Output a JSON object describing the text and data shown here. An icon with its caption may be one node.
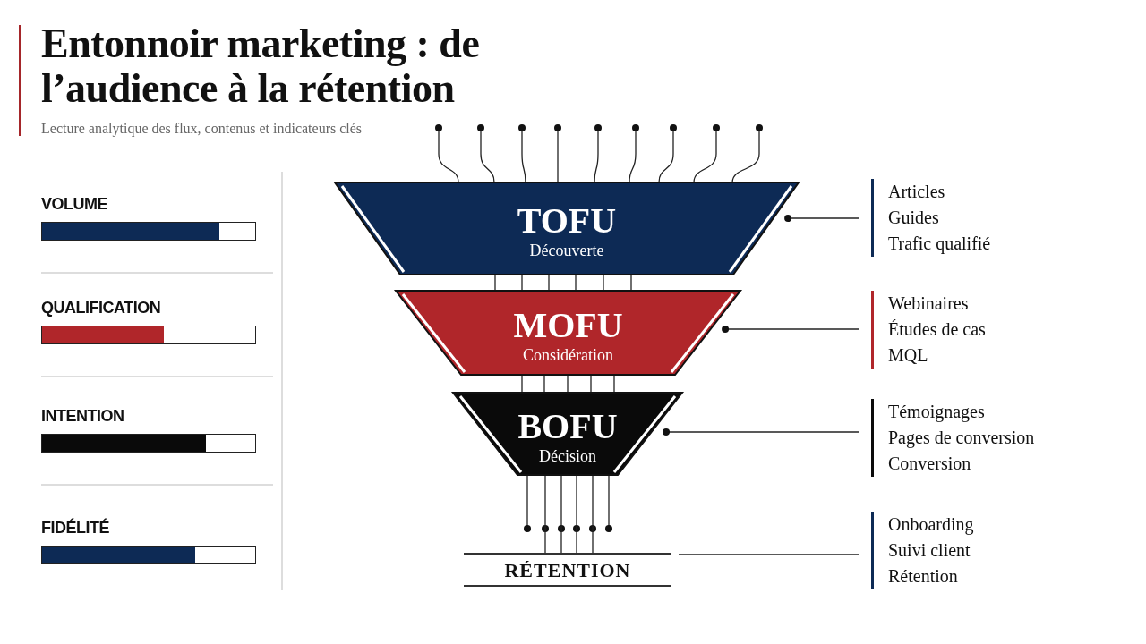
{
  "diagram": {
    "title": "Entonnoir marketing : de l’audience à la rétention",
    "nodes": [
      {
        "text": [
          "TOFU",
          "Découverte"
        ]
      },
      {
        "text": [
          "MOFU",
          "Considération"
        ]
      },
      {
        "text": [
          "BOFU",
          "Décision"
        ]
      },
      {
        "text": [
          "RÉTENTION"
        ]
      },
      {
        "text": [
          "Articles",
          "Guides",
          "Trafic qualifié"
        ]
      },
      {
        "text": [
          "Webinaires",
          "Études de cas",
          "MQL"
        ]
      },
      {
        "text": [
          "Témoignages",
          "Pages de conversion",
          "Conversion"
        ]
      },
      {
        "text": [
          "Onboarding",
          "Suivi client",
          "Rétention"
        ]
      }
    ],
    "edges": [
      {
        "from": null,
        "to": 0,
        "arrow": "other"
      },
      {
        "from": null,
        "to": 0,
        "arrow": "other"
      },
      {
        "from": null,
        "to": 0,
        "arrow": "other"
      },
      {
        "from": null,
        "to": 0,
        "arrow": "other"
      },
      {
        "from": null,
        "to": 0,
        "arrow": "other"
      },
      {
        "from": null,
        "to": 0,
        "arrow": "other"
      },
      {
        "from": null,
        "to": 0,
        "arrow": "other"
      },
      {
        "from": null,
        "to": 0,
        "arrow": "other"
      },
      {
        "from": null,
        "to": 0,
        "arrow": "other"
      },
      {
        "from": 0,
        "to": 1,
        "arrow": "none"
      },
      {
        "from": 0,
        "to": 1,
        "arrow": "none"
      },
      {
        "from": 0,
        "to": 1,
        "arrow": "none"
      },
      {
        "from": 0,
        "to": 1,
        "arrow": "none"
      },
      {
        "from": 0,
        "to": 1,
        "arrow": "none"
      },
      {
        "from": 0,
        "to": 1,
        "arrow": "none"
      },
      {
        "from": 1,
        "to": 2,
        "arrow": "none"
      },
      {
        "from": 1,
        "to": 2,
        "arrow": "none"
      },
      {
        "from": 1,
        "to": 2,
        "arrow": "none"
      },
      {
        "from": 1,
        "to": 2,
        "arrow": "none"
      },
      {
        "from": 1,
        "to": 2,
        "arrow": "none"
      },
      {
        "from": 2,
        "to": 3,
        "arrow": "other"
      },
      {
        "from": 2,
        "to": 3,
        "arrow": "none"
      },
      {
        "from": 2,
        "to": 3,
        "arrow": "none"
      },
      {
        "from": 2,
        "to": 3,
        "arrow": "none"
      },
      {
        "from": 2,
        "to": 3,
        "arrow": "none"
      },
      {
        "from": 2,
        "to": 3,
        "arrow": "other"
      },
      {
        "from": 4,
        "to": 0,
        "arrow": "other"
      },
      {
        "from": 5,
        "to": 1,
        "arrow": "other"
      },
      {
        "from": 6,
        "to": 2,
        "arrow": "other"
      },
      {
        "from": 3,
        "to": 7,
        "arrow": "none"
      }
    ],
    "labels": [
      "Lecture analytique des flux, contenus et indicateurs clés",
      "VOLUME",
      "QUALIFICATION",
      "INTENTION",
      "FIDÉLITÉ"
    ]
  }
}
